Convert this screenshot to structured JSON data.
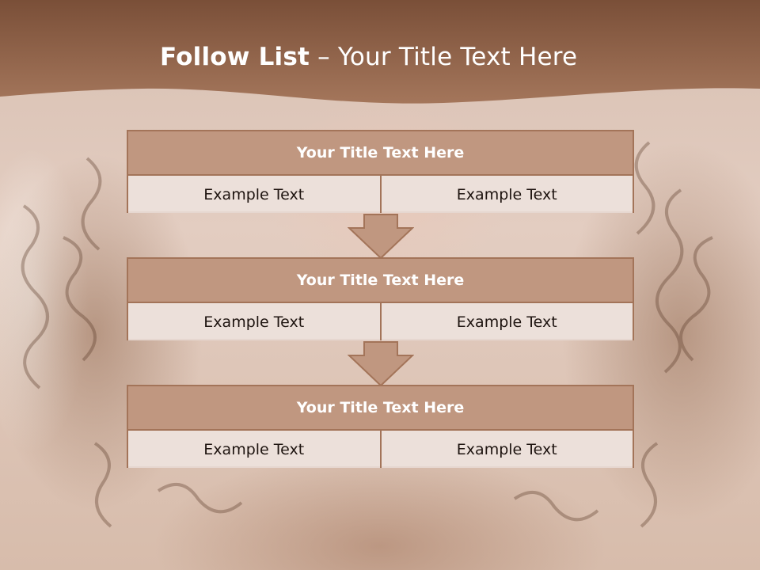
{
  "slide": {
    "title_bold": "Follow List",
    "title_rest": " – Your Title Text Here"
  },
  "blocks": [
    {
      "title": "Your Title Text Here",
      "left_text": "Example Text",
      "right_text": "Example Text"
    },
    {
      "title": "Your Title Text Here",
      "left_text": "Example Text",
      "right_text": "Example Text"
    },
    {
      "title": "Your Title Text Here",
      "left_text": "Example Text",
      "right_text": "Example Text"
    }
  ],
  "colors": {
    "header_band": "#8e5f45",
    "block_title_fill": "#c09780",
    "block_border": "#a37459",
    "arrow_fill": "#c09780"
  }
}
